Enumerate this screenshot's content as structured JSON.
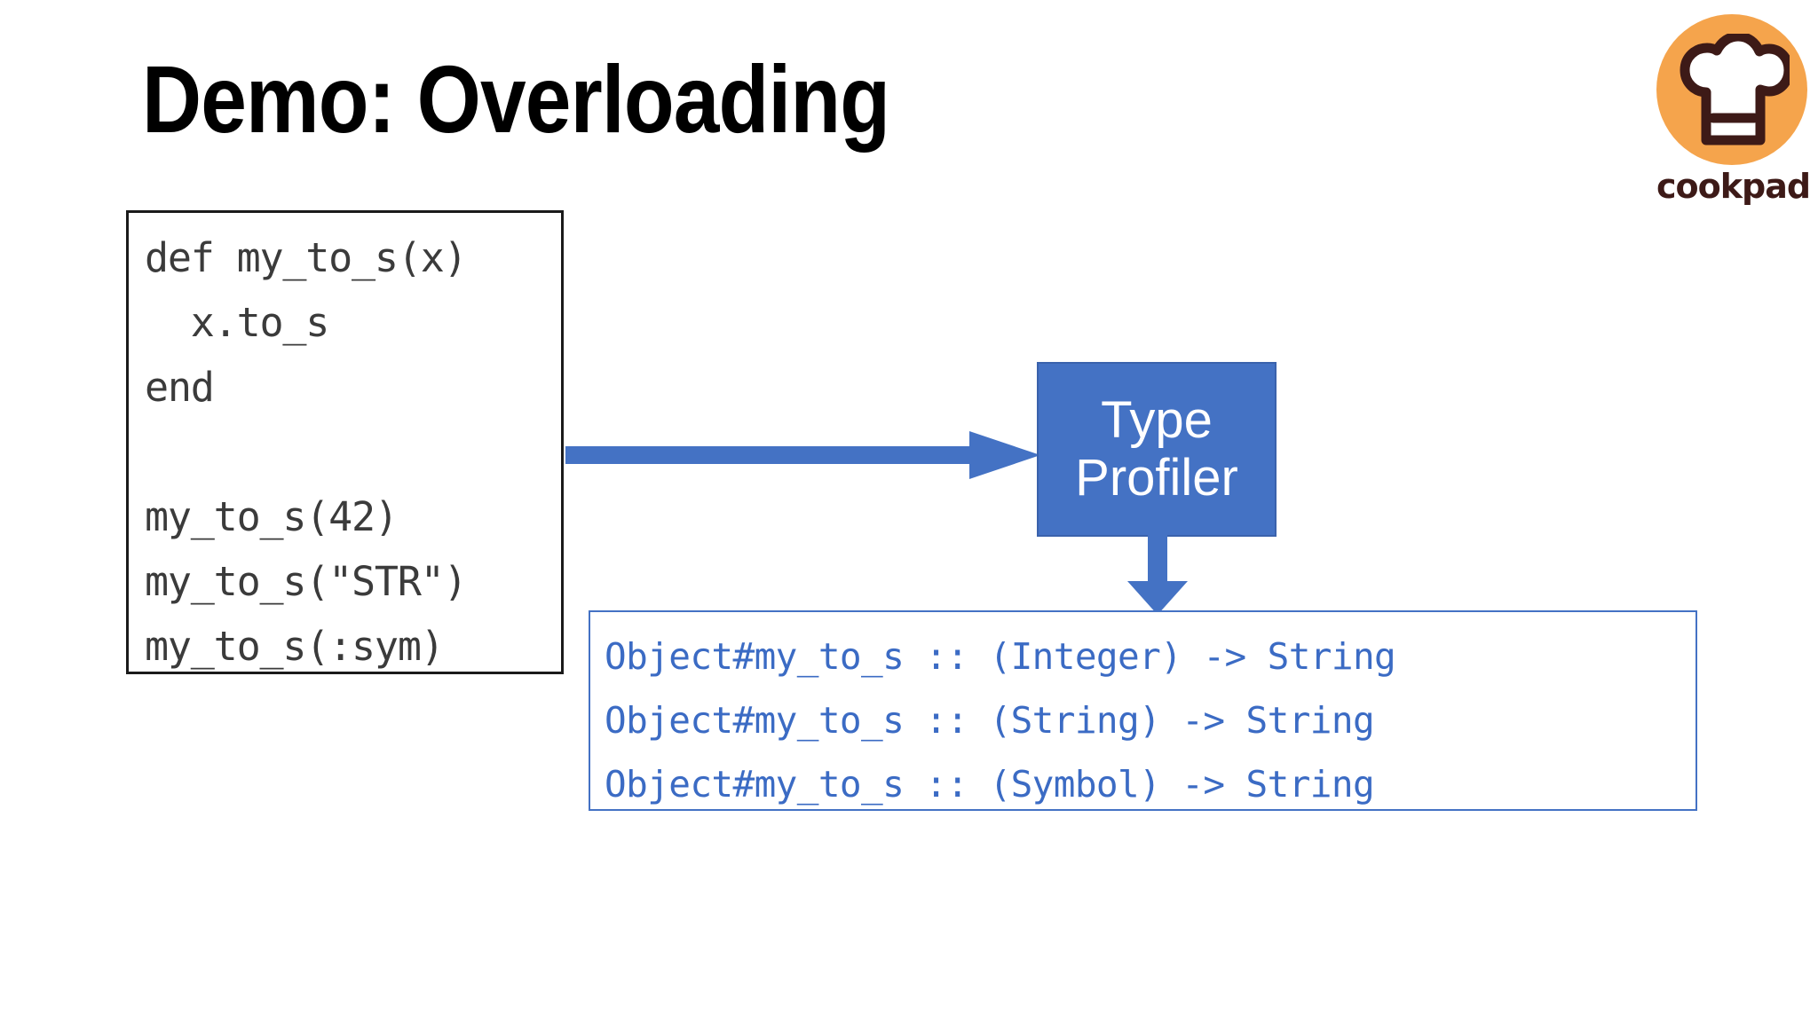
{
  "slide": {
    "title": "Demo: Overloading",
    "background_color": "#FFFFFF"
  },
  "code_box": {
    "name": "ruby-source-code",
    "border_color": "#1A1A1A",
    "text_color": "#3B3B3B",
    "lines": [
      "def my_to_s(x)",
      "  x.to_s",
      "end",
      "",
      "my_to_s(42)",
      "my_to_s(\"STR\")",
      "my_to_s(:sym)"
    ]
  },
  "type_profiler": {
    "line1": "Type",
    "line2": "Profiler",
    "fill_color": "#4472C4",
    "text_color": "#FFFFFF"
  },
  "arrows": {
    "right_arrow_color": "#4472C4",
    "down_arrow_color": "#4472C4"
  },
  "output_box": {
    "name": "type-signature-output",
    "border_color": "#4472C4",
    "text_color": "#3B6BC4",
    "lines": [
      "Object#my_to_s :: (Integer) -> String",
      "Object#my_to_s :: (String) -> String",
      "Object#my_to_s :: (Symbol) -> String"
    ]
  },
  "logo": {
    "wordmark": "cookpad",
    "circle_color": "#F5A44C",
    "hat_outline_color": "#3D1A17",
    "hat_fill_color": "#FFFFFF"
  }
}
